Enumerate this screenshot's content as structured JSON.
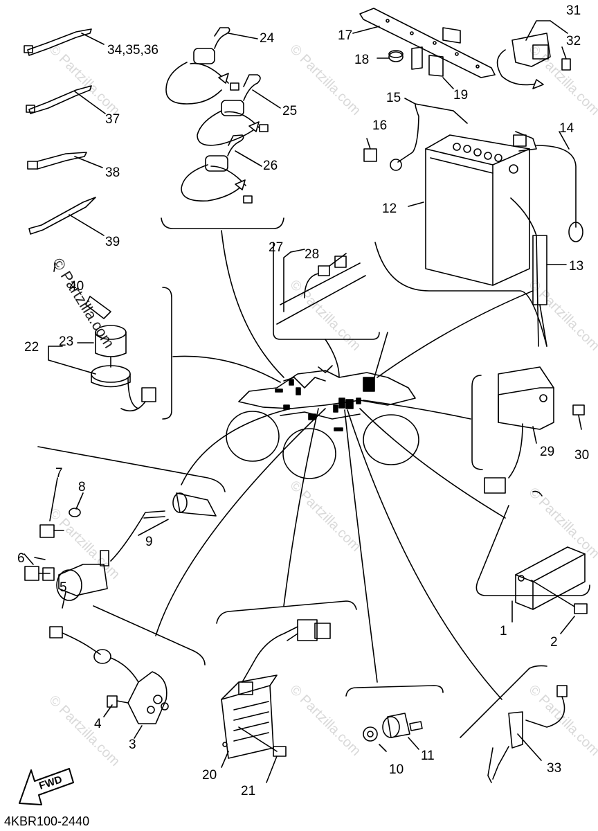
{
  "diagram": {
    "code": "4KBR100-2440",
    "fwd_label": "FWD",
    "watermark": "© Partzilla.com",
    "callouts": {
      "c1": "1",
      "c2": "2",
      "c3": "3",
      "c4": "4",
      "c5": "5",
      "c6": "6",
      "c7": "7",
      "c8": "8",
      "c9": "9",
      "c10": "10",
      "c11": "11",
      "c12": "12",
      "c13": "13",
      "c14": "14",
      "c15": "15",
      "c16": "16",
      "c17": "17",
      "c18": "18",
      "c19": "19",
      "c20": "20",
      "c21": "21",
      "c22": "22",
      "c23": "23",
      "c24": "24",
      "c25": "25",
      "c26": "26",
      "c27": "27",
      "c28": "28",
      "c29": "29",
      "c30": "30",
      "c31": "31",
      "c32": "32",
      "c33": "33",
      "c34_36": "34,35,36",
      "c37": "37",
      "c38": "38",
      "c39": "39",
      "c40": "40"
    }
  }
}
